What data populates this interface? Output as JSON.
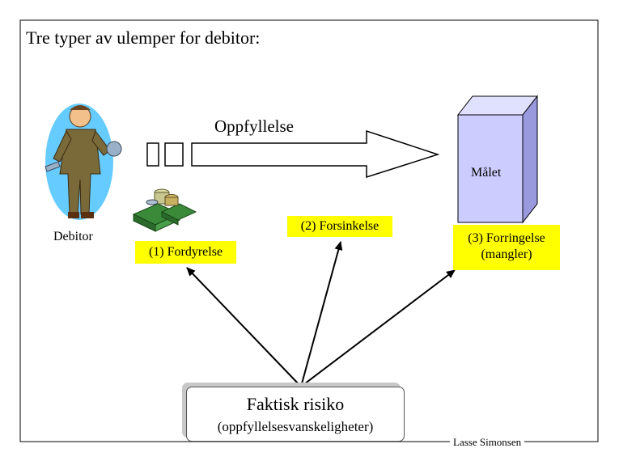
{
  "slide": {
    "title": "Tre typer av ulemper for debitor:",
    "arrow_label": "Oppfyllelse",
    "goal_label": "Målet",
    "debtor_label": "Debitor",
    "author": "Lasse Simonsen"
  },
  "disadvantages": [
    {
      "label": "(1) Fordyrelse"
    },
    {
      "label": "(2) Forsinkelse"
    },
    {
      "label_line1": "(3) Forringelse",
      "label_line2": "(mangler)"
    }
  ],
  "risk": {
    "title": "Faktisk risiko",
    "subtitle": "(oppfyllelsesvanskeligheter)"
  },
  "colors": {
    "highlight": "#ffff00",
    "goal_box_front": "#ccccff",
    "goal_box_side": "#9999dd",
    "goal_box_top": "#e0e0ff"
  },
  "icons": {
    "debtor": "worker-with-tools-icon",
    "money": "money-stack-icon"
  }
}
